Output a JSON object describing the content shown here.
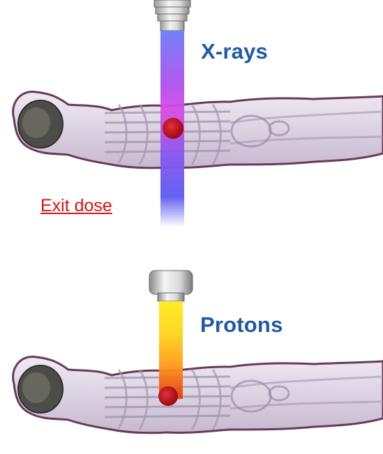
{
  "colors": {
    "label": "#1f5aa6",
    "exit_label": "#e01010",
    "body_outline": "#5b2a4a",
    "tumor": "#c4101c",
    "xray_beam_top": "#5b6cf5",
    "xray_beam_mid": "#d34be6",
    "xray_beam_bottom": "#5a5af2",
    "proton_beam_top": "#ffe21a",
    "proton_beam_bottom": "#e33a12"
  },
  "xray_panel": {
    "label": "X-rays",
    "exit_label": "Exit dose",
    "source_icon": "beam-nozzle-icon"
  },
  "proton_panel": {
    "label": "Protons",
    "source_icon": "beam-nozzle-icon"
  }
}
